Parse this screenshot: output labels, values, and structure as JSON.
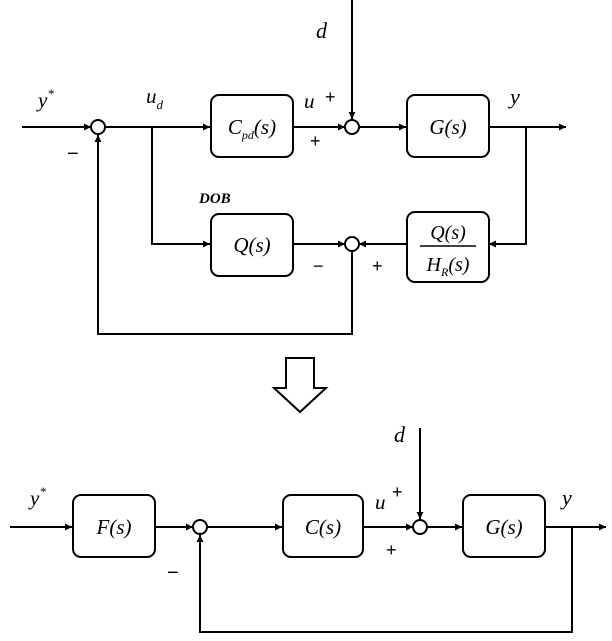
{
  "top": {
    "input": {
      "sym": "y",
      "sup": "*"
    },
    "ud": {
      "sym": "u",
      "sub": "d"
    },
    "u": "u",
    "d": "d",
    "y": "y",
    "dob": "DOB",
    "cpd": {
      "sym": "C",
      "sub": "pd",
      "arg": "(s)"
    },
    "g": "G(s)",
    "q": "Q(s)",
    "qh_num": "Q(s)",
    "qh_den": {
      "sym": "H",
      "sub": "R",
      "arg": "(s)"
    },
    "signs": {
      "first_minus": "−",
      "u_plus": "+",
      "u_plus_below": "+",
      "dob_minus": "−",
      "dob_plus": "+"
    }
  },
  "bottom": {
    "input": {
      "sym": "y",
      "sup": "*"
    },
    "u": "u",
    "d": "d",
    "y": "y",
    "f": "F(s)",
    "c": "C(s)",
    "g": "G(s)",
    "signs": {
      "first_minus": "−",
      "u_plus": "+",
      "u_plus_below": "+"
    }
  }
}
